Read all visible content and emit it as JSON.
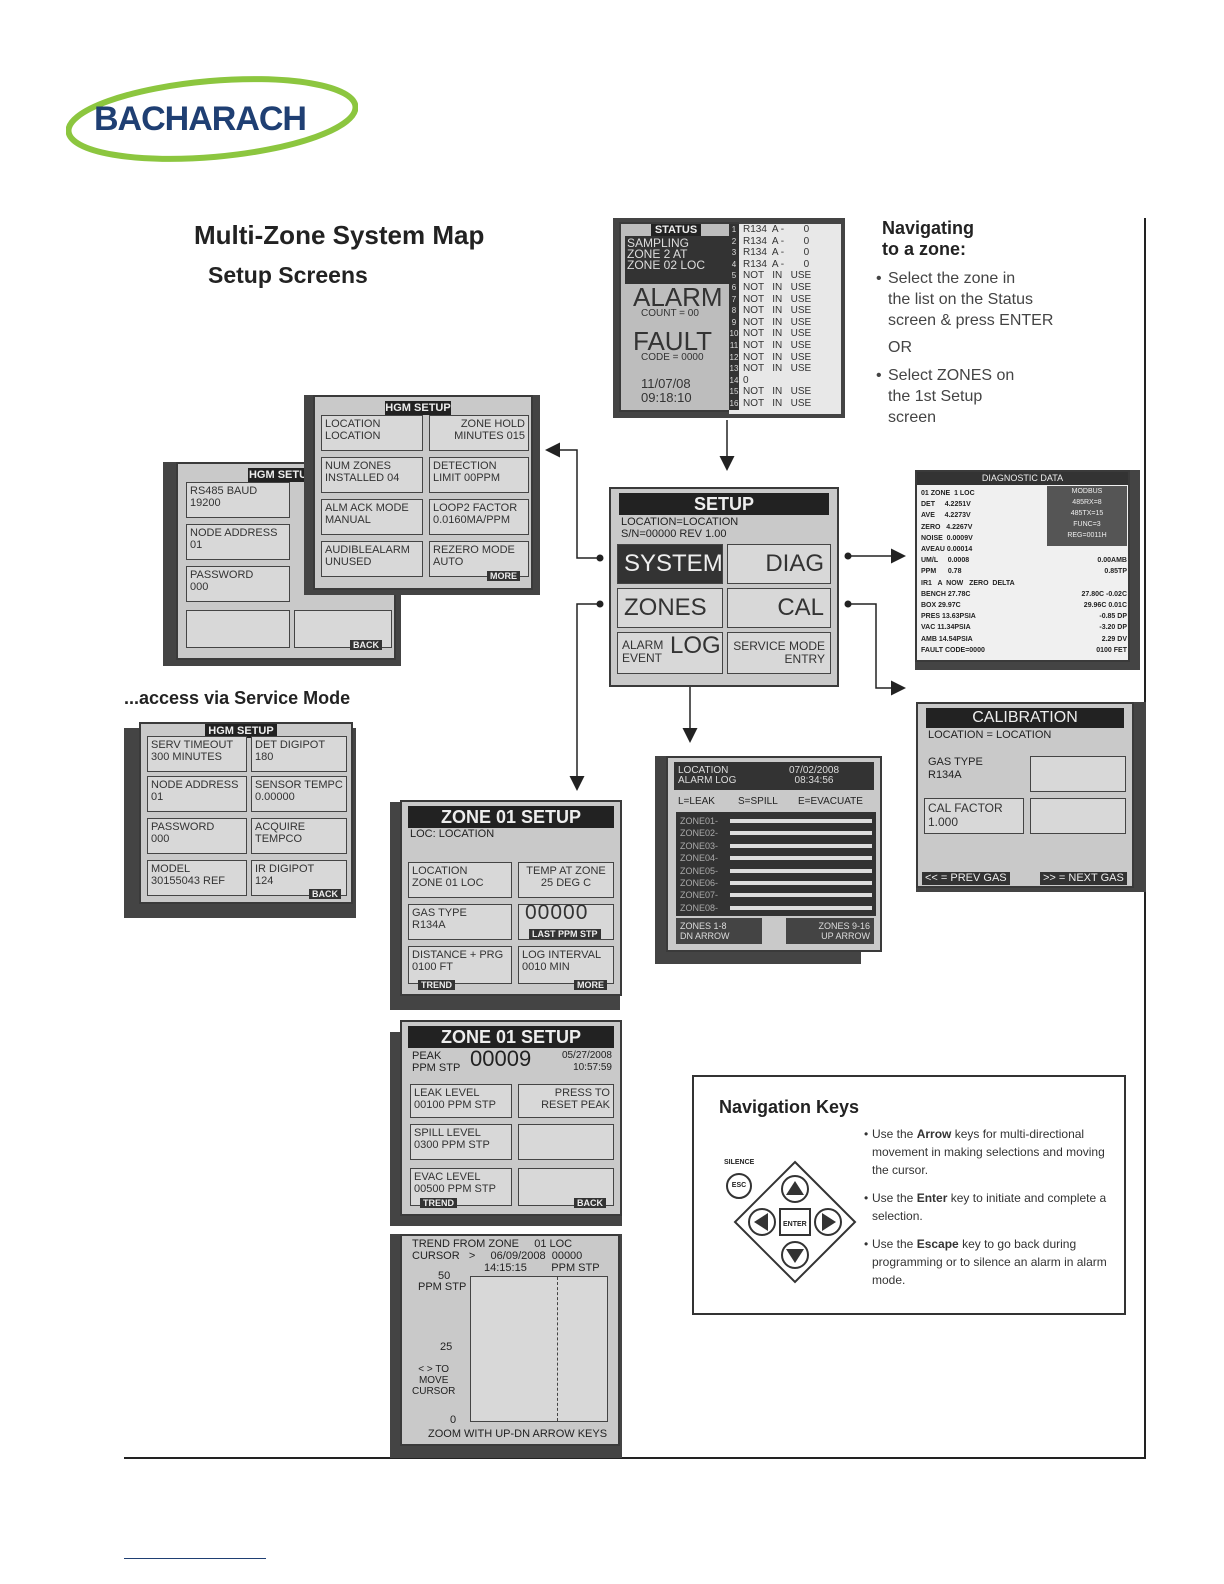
{
  "logo": {
    "text": "BACHARACH"
  },
  "title": "Multi-Zone System Map",
  "subtitle": "Setup Screens",
  "service_mode_label": "...access via Service Mode",
  "status_screen": {
    "header": "STATUS",
    "sampling": "SAMPLING",
    "zone_line1": "ZONE     2 AT",
    "zone_line2": "ZONE   02 LOC",
    "alarm": "ALARM",
    "alarm_count": "COUNT = 00",
    "fault": "FAULT",
    "fault_code": "CODE = 0000",
    "date": "11/07/08",
    "time": "09:18:10",
    "zone_numbers": [
      "1",
      "2",
      "3",
      "4",
      "5",
      "6",
      "7",
      "8",
      "9",
      "10",
      "11",
      "12",
      "13",
      "14",
      "15",
      "16"
    ],
    "zone_rows": [
      "R134  A -       0",
      "R134  A -       0",
      "R134  A -       0",
      "R134  A -       0",
      "NOT   IN   USE",
      "NOT   IN   USE",
      "NOT   IN   USE",
      "NOT   IN   USE",
      "NOT   IN   USE",
      "NOT   IN   USE",
      "NOT   IN   USE",
      "NOT   IN   USE",
      "NOT   IN   USE",
      "0",
      "NOT   IN   USE",
      "NOT   IN   USE"
    ]
  },
  "navigating": {
    "title_line1": "Navigating",
    "title_line2": "to a zone:",
    "bullet1": "Select the zone in\nthe list on the Status\nscreen & press ENTER",
    "or": "OR",
    "bullet2": "Select ZONES on\nthe 1st Setup\nscreen"
  },
  "setup_screen": {
    "header": "SETUP",
    "location": "LOCATION=LOCATION",
    "serial": "S/N=00000 REV  1.00",
    "system": "SYSTEM",
    "diag": "DIAG",
    "zones": "ZONES",
    "cal": "CAL",
    "alarm_event": "ALARM\nEVENT",
    "log": "LOG",
    "service_mode": "SERVICE MODE\nENTRY"
  },
  "hgm_setup_front": {
    "header": "HGM SETUP",
    "cells": [
      "LOCATION\nLOCATION",
      "ZONE HOLD\nMINUTES 015",
      "NUM ZONES\nINSTALLED   04",
      "DETECTION\nLIMIT 00PPM",
      "ALM ACK MODE\nMANUAL",
      "LOOP2 FACTOR\n0.0160MA/PPM",
      "AUDIBLEALARM\nUNUSED",
      "REZERO MODE\nAUTO"
    ],
    "more": "MORE"
  },
  "hgm_setup_back": {
    "header": "HGM SETU",
    "cells": [
      "RS485 BAUD\n19200",
      "NODE ADDRESS\n01",
      "PASSWORD\n000"
    ],
    "back": "BACK"
  },
  "hgm_setup_service": {
    "header": "HGM SETUP",
    "cells": [
      "SERV TIMEOUT\n300 MINUTES",
      "DET DIGIPOT\n180",
      "NODE ADDRESS\n01",
      "SENSOR TEMPC\n0.00000",
      "PASSWORD\n000",
      "ACQUIRE\nTEMPCO",
      "MODEL\n30155043   REF",
      "IR DIGIPOT\n124"
    ],
    "back": "BACK"
  },
  "diagnostic": {
    "header": "DIAGNOSTIC DATA",
    "left_lines": [
      "01 ZONE  1 LOC",
      "DET     4.2251V",
      "AVE     4.2273V",
      "ZERO   4.2267V",
      "NOISE  0.0009V",
      "AVEAU 0.00014",
      "UM/L     0.0008",
      "PPM      0.78",
      "IR1   A  NOW   ZERO  DELTA",
      "BENCH 27.78C",
      "BOX 29.97C",
      "PRES 13.63PSIA",
      "VAC 11.34PSIA",
      "AMB 14.54PSIA",
      "FAULT CODE=0000"
    ],
    "right_lines": [
      "",
      "",
      "",
      "",
      "",
      "",
      "0.00AMB",
      "0.85TP",
      "",
      "27.80C -0.02C",
      "29.96C 0.01C",
      "-0.85 DP",
      "-3.20 DP",
      "2.29 DV",
      "0100 FET"
    ],
    "modbus_lines": [
      "MODBUS",
      "485RX=8",
      "485TX=15",
      "FUNC=3",
      "REG=0011H"
    ]
  },
  "calibration": {
    "header": "CALIBRATION",
    "location": "LOCATION  =  LOCATION",
    "gastype": "GAS TYPE\nR134A",
    "cal_factor": "CAL FACTOR\n1.000",
    "prev": "<< = PREV GAS",
    "next": ">> = NEXT GAS"
  },
  "alarm_log": {
    "location": "LOCATION\nALARM LOG",
    "date": "07/02/2008\n08:34:56",
    "legend_l": "L=LEAK",
    "legend_s": "S=SPILL",
    "legend_e": "E=EVACUATE",
    "zones": [
      "ZONE01-",
      "ZONE02-",
      "ZONE03-",
      "ZONE04-",
      "ZONE05-",
      "ZONE06-",
      "ZONE07-",
      "ZONE08-"
    ],
    "footer_left": "ZONES 1-8\nDN ARROW",
    "footer_right": "ZONES 9-16\nUP ARROW"
  },
  "zone_setup1": {
    "header": "ZONE 01  SETUP",
    "loc": "LOC:  LOCATION",
    "location": "LOCATION\nZONE  01  LOC",
    "temp": "TEMP AT ZONE\n25  DEG  C",
    "gastype": "GAS TYPE\nR134A",
    "ppm": "00000",
    "last_ppm": "LAST PPM STP",
    "distance": "DISTANCE + PRG\n0100 FT",
    "log_interval": "LOG INTERVAL\n0010 MIN",
    "trend": "TREND",
    "more": "MORE"
  },
  "zone_setup2": {
    "header": "ZONE 01  SETUP",
    "peak_label": "PEAK\nPPM STP",
    "peak_value": "00009",
    "peak_date": "05/27/2008\n10:57:59",
    "leak": "LEAK LEVEL\n00100 PPM STP",
    "reset": "PRESS TO\nRESET PEAK",
    "spill": "SPILL LEVEL\n0300  PPM STP",
    "evac": "EVAC LEVEL\n00500 PPM STP",
    "trend": "TREND",
    "back": "BACK"
  },
  "trend_screen": {
    "line1": "TREND FROM ZONE     01 LOC",
    "line2": "CURSOR   >     06/09/2008  00000",
    "line3": "14:15:15        PPM STP",
    "y_top": "50",
    "y_unit": "PPM STP",
    "y_mid": "25",
    "move_cursor": "< > TO\nMOVE\nCURSOR",
    "y_bottom": "0",
    "footer": "ZOOM WITH UP-DN ARROW KEYS"
  },
  "nav_keys": {
    "title": "Navigation Keys",
    "silence": "SILENCE",
    "esc": "ESC",
    "enter": "ENTER",
    "b1_pre": "Use the ",
    "b1_key": "Arrow",
    "b1_post": " keys for multi-directional movement in making selections and moving the cursor.",
    "b2_pre": "Use the ",
    "b2_key": "Enter",
    "b2_post": " key to initiate and complete a selection.",
    "b3_pre": "Use the ",
    "b3_key": "Escape",
    "b3_post": " key to go back during programming or to silence an alarm in alarm mode."
  }
}
